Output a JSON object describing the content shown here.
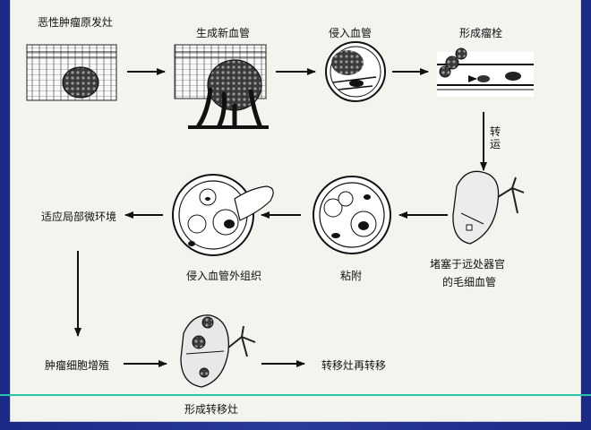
{
  "steps": {
    "primary_site": "恶性肿瘤原发灶",
    "angiogenesis": "生成新血管",
    "invasion": "侵入血管",
    "embolus": "形成瘤栓",
    "transfer": "转运",
    "lodging_line1": "堵塞于远处器官",
    "lodging_line2": "的毛细血管",
    "adhesion": "粘附",
    "extravasation": "侵入血管外组织",
    "microenvironment": "适应局部微环境",
    "proliferation": "肿瘤细胞增殖",
    "metastasis_formed": "形成转移灶",
    "secondary_metastasis": "转移灶再转移"
  }
}
